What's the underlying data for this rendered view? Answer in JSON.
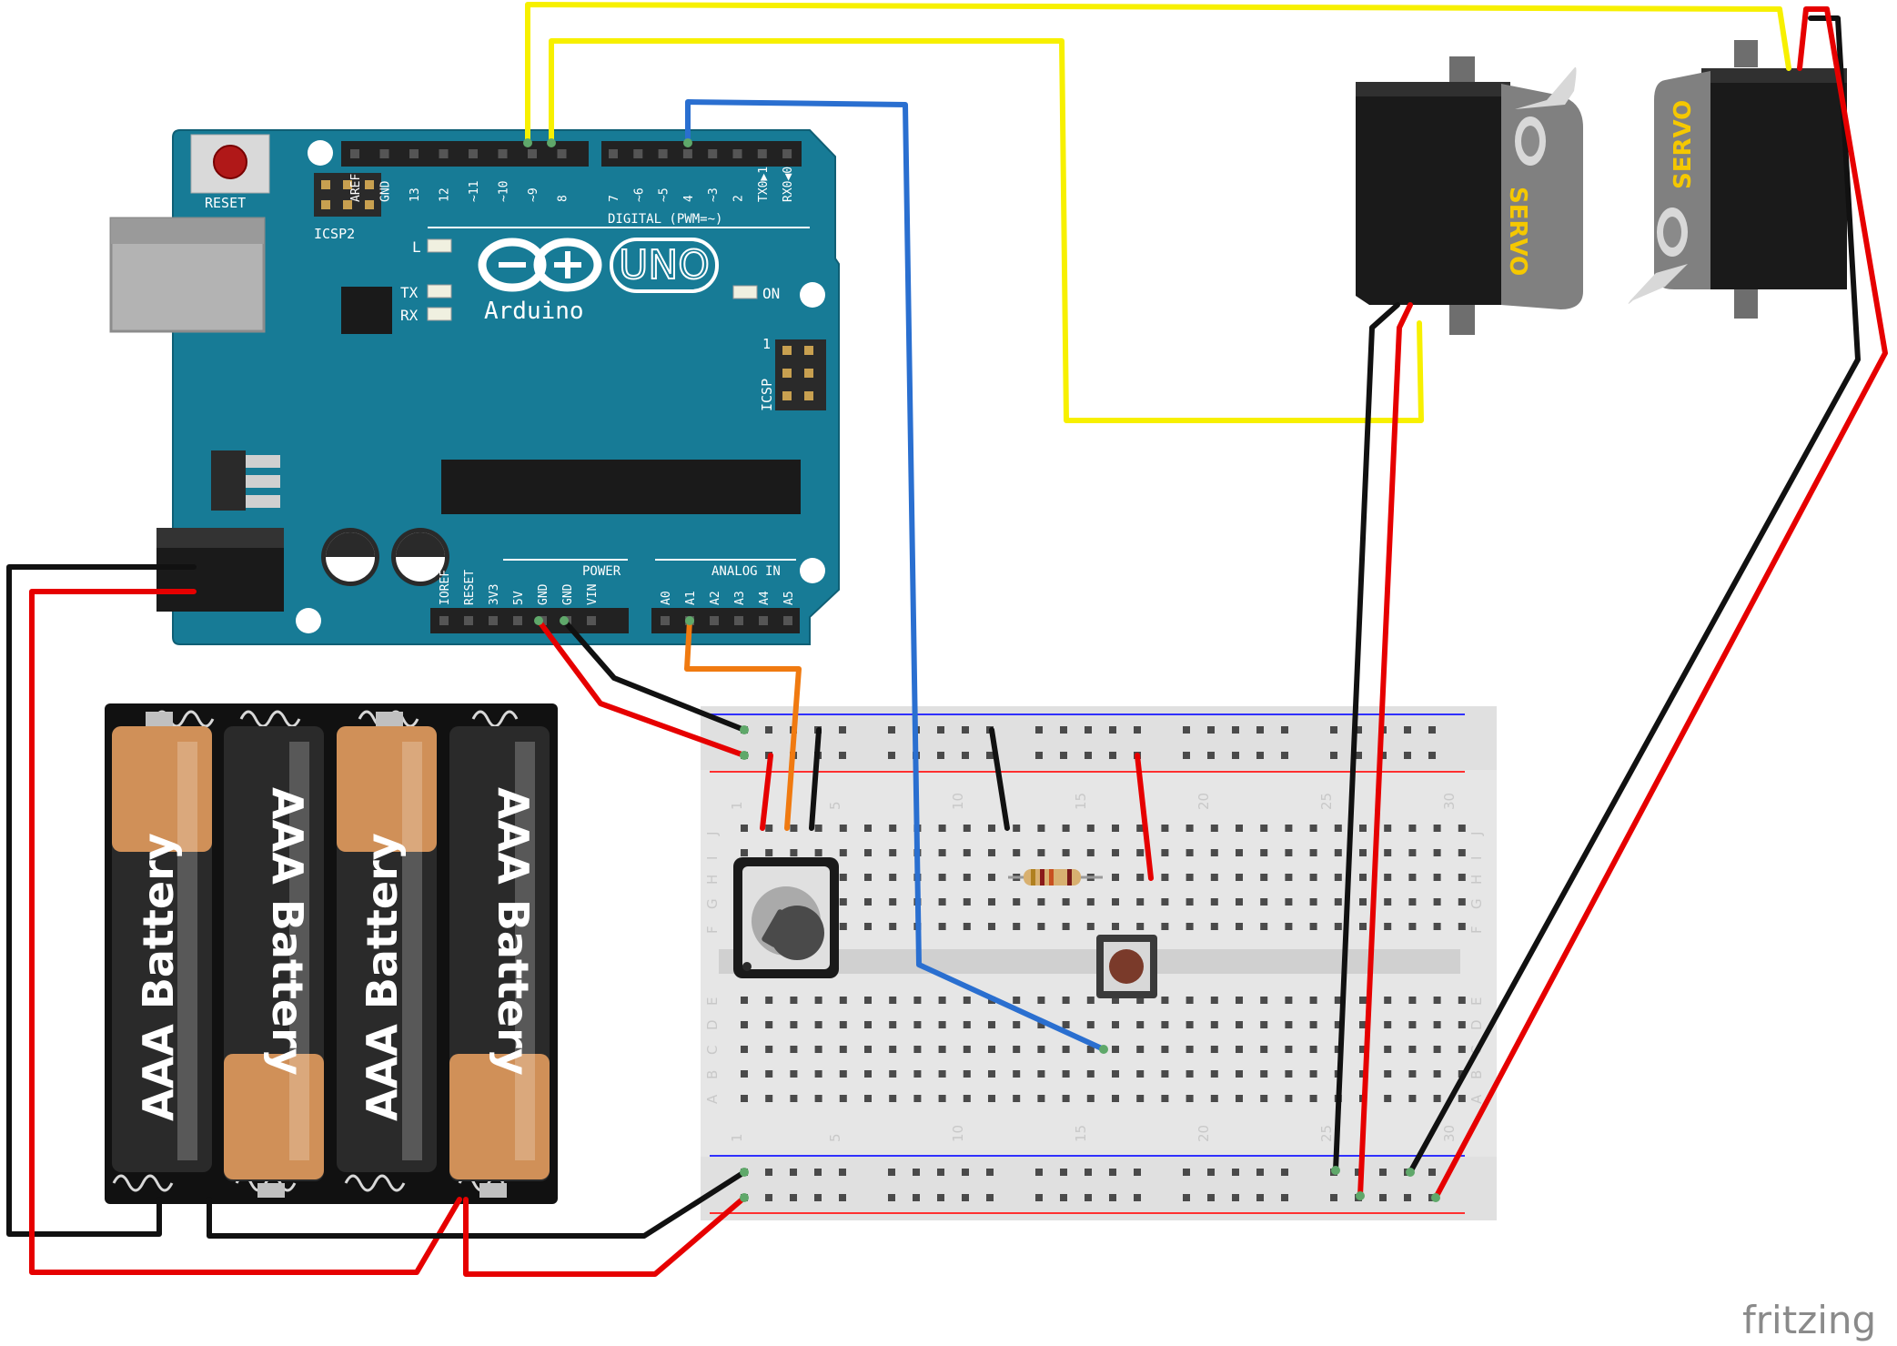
{
  "arduino": {
    "board_name": "UNO",
    "brand": "Arduino",
    "reset_label": "RESET",
    "icsp2_label": "ICSP2",
    "icsp_label": "ICSP",
    "icsp_pin1": "1",
    "digital_label": "DIGITAL (PWM=~)",
    "power_label": "POWER",
    "analog_label": "ANALOG IN",
    "led_l": "L",
    "led_tx": "TX",
    "led_rx": "RX",
    "led_on": "ON",
    "digital_pins": [
      "AREF",
      "GND",
      "13",
      "12",
      "~11",
      "~10",
      "~9",
      "8",
      "7",
      "~6",
      "~5",
      "4",
      "~3",
      "2",
      "TX0▶1",
      "RX0◀0"
    ],
    "power_pins": [
      "IOREF",
      "RESET",
      "3V3",
      "5V",
      "GND",
      "GND",
      "VIN"
    ],
    "analog_pins": [
      "A0",
      "A1",
      "A2",
      "A3",
      "A4",
      "A5"
    ]
  },
  "batteries": [
    {
      "label": "AAA Battery"
    },
    {
      "label": "AAA Battery"
    },
    {
      "label": "AAA Battery"
    },
    {
      "label": "AAA Battery"
    }
  ],
  "servos": [
    {
      "label": "SERVO"
    },
    {
      "label": "SERVO"
    }
  ],
  "breadboard": {
    "columns": [
      "1",
      "5",
      "10",
      "15",
      "20",
      "25",
      "30"
    ],
    "rows_top": [
      "J",
      "I",
      "H",
      "G",
      "F"
    ],
    "rows_bottom": [
      "E",
      "D",
      "C",
      "B",
      "A"
    ]
  },
  "wire_colors": {
    "yellow": "#f7f000",
    "blue": "#2a6fd0",
    "red": "#e60000",
    "black": "#111111",
    "orange": "#f07a10"
  },
  "watermark": "fritzing"
}
